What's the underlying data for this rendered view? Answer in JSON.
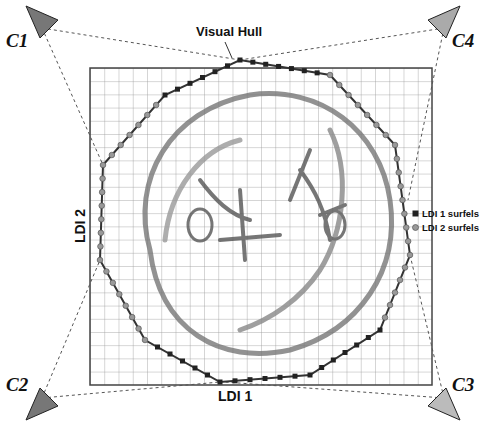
{
  "diagram": {
    "labels": [
      "C1",
      "C4",
      "C2",
      "C3",
      "Visual Hull",
      "LDI 2",
      "LDI 1"
    ],
    "legend": [
      {
        "text": "LDI 1 surfels"
      },
      {
        "text": "LDI 2 surfels"
      }
    ]
  }
}
